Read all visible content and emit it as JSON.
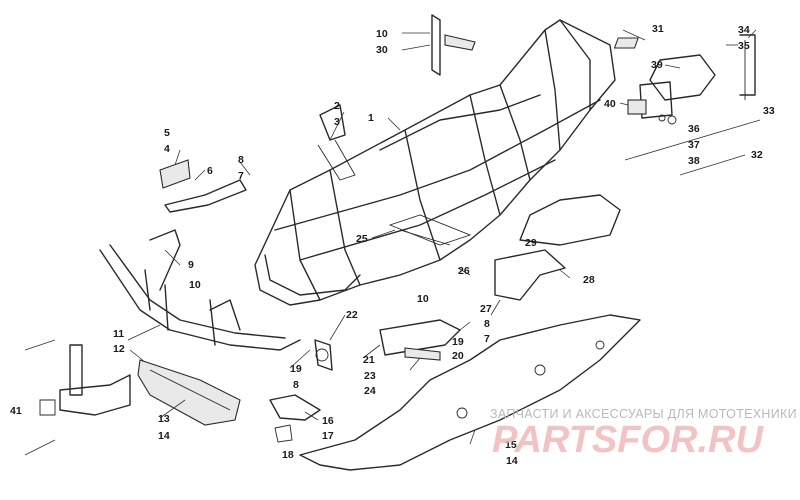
{
  "callouts": [
    {
      "label": "10"
    },
    {
      "label": "30"
    },
    {
      "label": "2"
    },
    {
      "label": "3"
    },
    {
      "label": "1"
    },
    {
      "label": "31"
    },
    {
      "label": "34"
    },
    {
      "label": "35"
    },
    {
      "label": "39"
    },
    {
      "label": "40"
    },
    {
      "label": "33"
    },
    {
      "label": "36"
    },
    {
      "label": "37"
    },
    {
      "label": "38"
    },
    {
      "label": "32"
    },
    {
      "label": "5"
    },
    {
      "label": "4"
    },
    {
      "label": "6"
    },
    {
      "label": "8"
    },
    {
      "label": "7"
    },
    {
      "label": "25"
    },
    {
      "label": "9"
    },
    {
      "label": "10"
    },
    {
      "label": "29"
    },
    {
      "label": "26"
    },
    {
      "label": "27"
    },
    {
      "label": "28"
    },
    {
      "label": "10"
    },
    {
      "label": "22"
    },
    {
      "label": "8"
    },
    {
      "label": "7"
    },
    {
      "label": "11"
    },
    {
      "label": "12"
    },
    {
      "label": "19"
    },
    {
      "label": "20"
    },
    {
      "label": "21"
    },
    {
      "label": "19"
    },
    {
      "label": "23"
    },
    {
      "label": "8"
    },
    {
      "label": "24"
    },
    {
      "label": "41"
    },
    {
      "label": "13"
    },
    {
      "label": "14"
    },
    {
      "label": "16"
    },
    {
      "label": "17"
    },
    {
      "label": "18"
    },
    {
      "label": "15"
    },
    {
      "label": "14"
    }
  ],
  "watermark": {
    "text": "ЗАПЧАСТИ И АКСЕССУАРЫ ДЛЯ МОТОТЕХНИКИ",
    "logo": "PARTSFOR.RU"
  },
  "colors": {
    "line": "#2a2a2a",
    "watermark_logo": "#f2b8b8",
    "watermark_text": "#b9b9b9"
  }
}
